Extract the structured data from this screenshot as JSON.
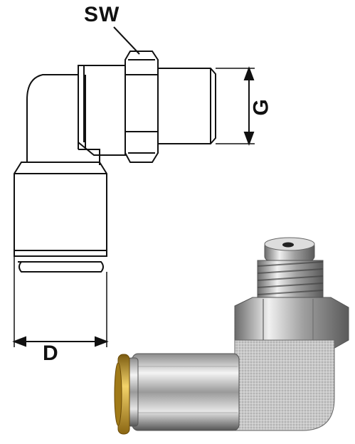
{
  "labels": {
    "sw": "SW",
    "g": "G",
    "d": "D"
  },
  "colors": {
    "line": "#111111",
    "metal_light": "#f2f2f2",
    "metal_mid": "#b8b8b8",
    "metal_dark": "#5a5a5a",
    "brass": "#c9a227"
  }
}
